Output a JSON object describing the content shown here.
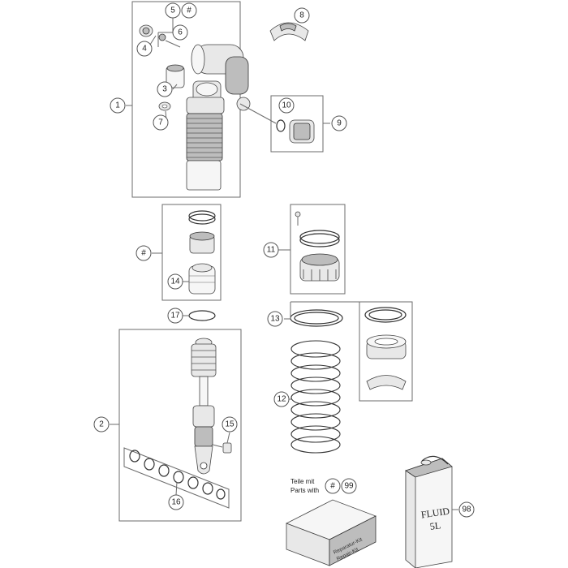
{
  "callouts": {
    "c1": "1",
    "c2": "2",
    "c3": "3",
    "c4": "4",
    "c5": "5",
    "c5h": "#",
    "c6": "6",
    "c7": "7",
    "c8": "8",
    "c9": "9",
    "c10": "10",
    "c11": "11",
    "c12": "12",
    "c13": "13",
    "c14": "14",
    "c15": "15",
    "c16": "16",
    "c17": "17",
    "chash_mid": "#",
    "chash_kit": "#",
    "c99": "99",
    "c98": "98"
  },
  "kit_note": {
    "line1": "Teile mit",
    "line2": "Parts with"
  },
  "repair_kit": {
    "line1": "Reparatur-Kit",
    "line2": "Repair-Kit"
  },
  "fluid_can": {
    "line1": "FLUID",
    "line2": "5L"
  }
}
